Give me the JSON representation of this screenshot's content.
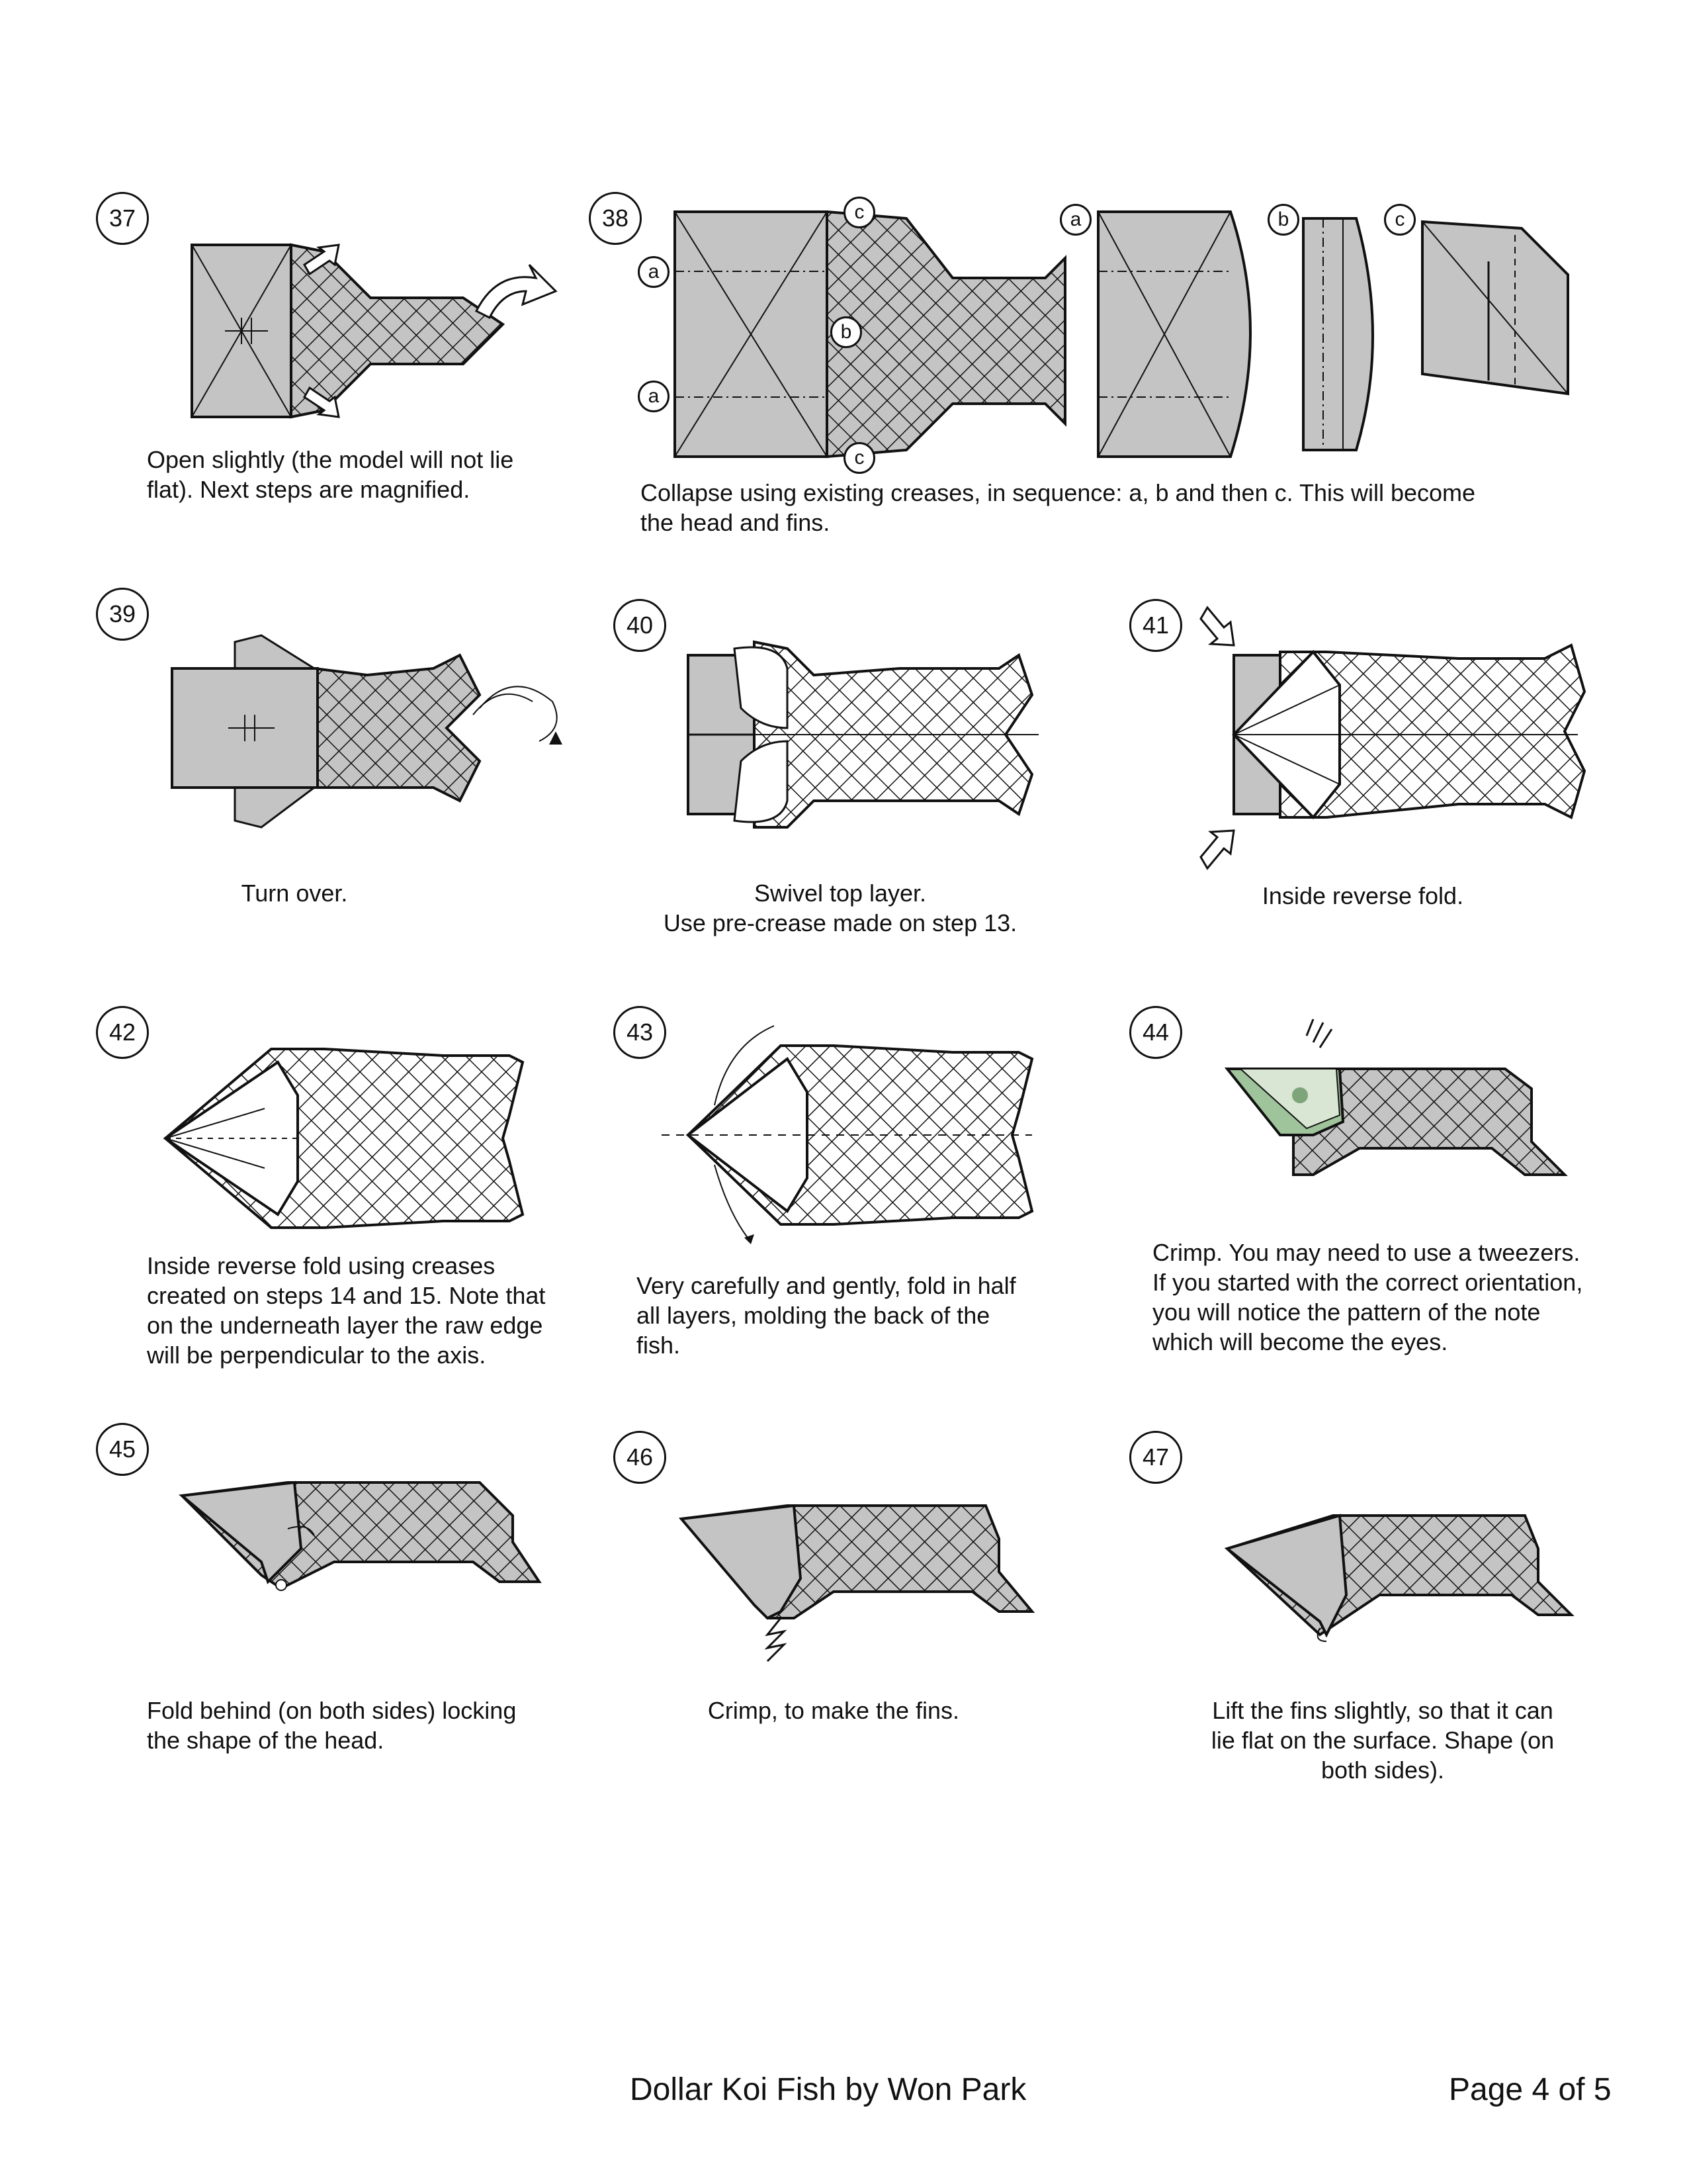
{
  "steps": [
    {
      "number": "37",
      "caption": [
        "Open slightly (the model will not lie",
        "flat).  Next steps are magnified."
      ]
    },
    {
      "number": "38",
      "caption": [
        "Collapse using existing creases, in sequence: a, b and then c.  This will become",
        "the head and fins."
      ],
      "labels": {
        "a": "a",
        "b": "b",
        "c": "c"
      }
    },
    {
      "number": "39",
      "caption": [
        "Turn over."
      ]
    },
    {
      "number": "40",
      "caption": [
        "Swivel top layer.",
        "Use pre-crease made on step 13."
      ]
    },
    {
      "number": "41",
      "caption": [
        "Inside reverse fold."
      ]
    },
    {
      "number": "42",
      "caption": [
        "Inside reverse fold using creases",
        "created on steps 14 and 15. Note that",
        "on the underneath layer the raw edge",
        "will be perpendicular to the axis."
      ]
    },
    {
      "number": "43",
      "caption": [
        "Very carefully and gently, fold in half",
        "all layers, molding the back of the",
        "fish."
      ]
    },
    {
      "number": "44",
      "caption": [
        "Crimp. You may need to use a tweezers.",
        "If you started with the correct orientation,",
        "you will notice the pattern of the note",
        "which will become the eyes."
      ]
    },
    {
      "number": "45",
      "caption": [
        "Fold behind (on both sides) locking",
        "the shape of the head."
      ]
    },
    {
      "number": "46",
      "caption": [
        "Crimp, to make the fins."
      ]
    },
    {
      "number": "47",
      "caption": [
        "Lift the fins slightly, so that it can",
        "lie flat on the surface.  Shape (on",
        "both sides)."
      ]
    }
  ],
  "footer": {
    "title": "Dollar Koi Fish by Won Park",
    "page": "Page 4 of 5"
  },
  "colors": {
    "paper": "#c4c4c4",
    "ink": "#111111",
    "white": "#ffffff",
    "note_green": "#9fc39b"
  }
}
